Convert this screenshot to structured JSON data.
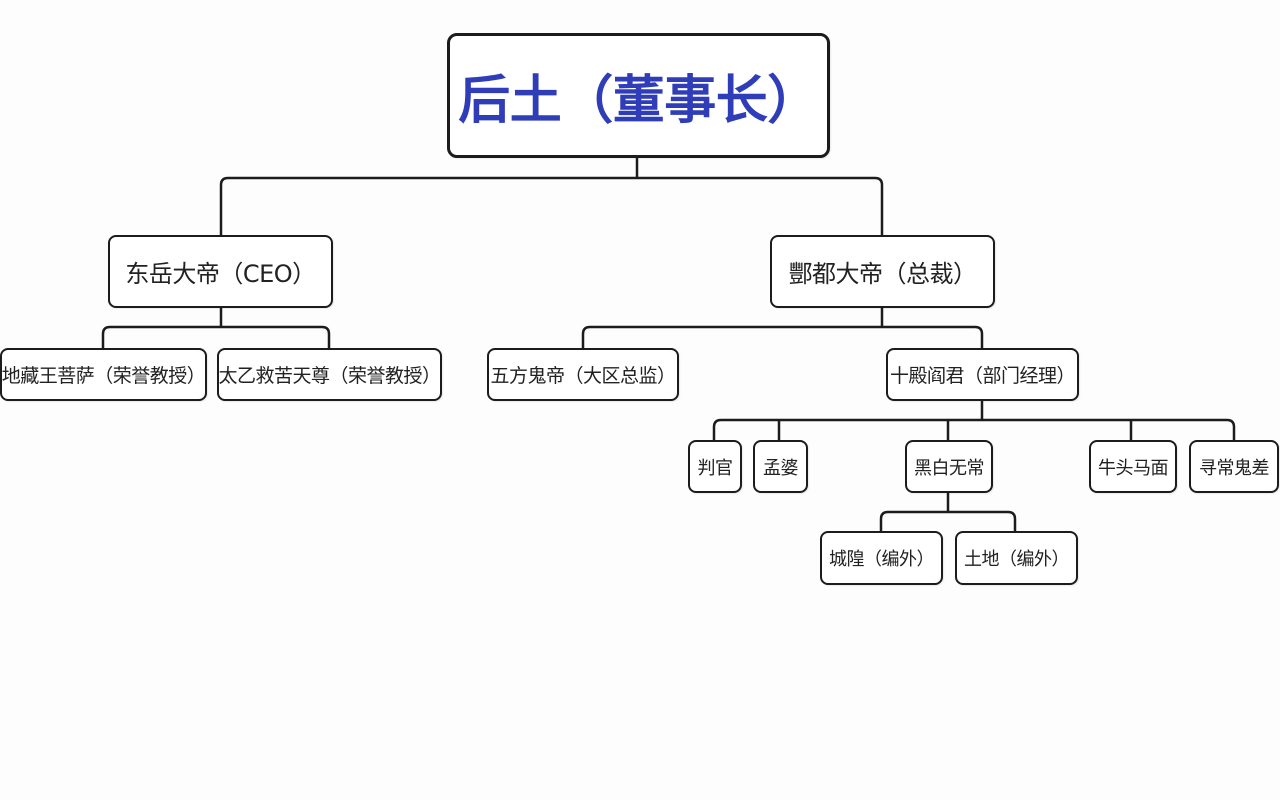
{
  "root": {
    "label": "后土（董事长）"
  },
  "level1": {
    "dongyue": "东岳大帝（CEO）",
    "fengdu": "酆都大帝（总裁）"
  },
  "level2": {
    "dizang": "地藏王菩萨（荣誉教授）",
    "taiyi": "太乙救苦天尊（荣誉教授）",
    "wufang": "五方鬼帝（大区总监）",
    "shidian": "十殿阎君（部门经理）"
  },
  "level3": {
    "panguan": "判官",
    "mengpo": "孟婆",
    "heibai": "黑白无常",
    "niutou": "牛头马面",
    "xunchang": "寻常鬼差"
  },
  "level4": {
    "chenghuang": "城隍（编外）",
    "tudi": "土地（编外）"
  },
  "colors": {
    "root_text": "#2f3db8",
    "line": "#1c1c1c",
    "node_border": "#1c1c1c"
  }
}
